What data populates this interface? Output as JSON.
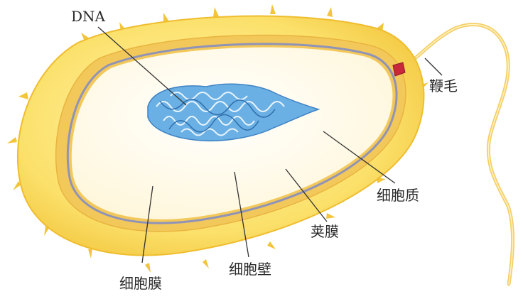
{
  "diagram": {
    "labels": {
      "dna": "DNA",
      "flagellum": "鞭毛",
      "cytoplasm": "细胞质",
      "capsule": "荚膜",
      "cell_wall": "细胞壁",
      "cell_membrane": "细胞膜"
    },
    "colors": {
      "capsule_outer": "#f6d64a",
      "capsule_inner": "#fbe97e",
      "cell_wall": "#f3c85a",
      "membrane": "#8f93b8",
      "cytoplasm": "#fffdf2",
      "dna": "#5aa2dc",
      "flagellum": "#f4cf6a",
      "basal_body": "#c8283a"
    }
  }
}
